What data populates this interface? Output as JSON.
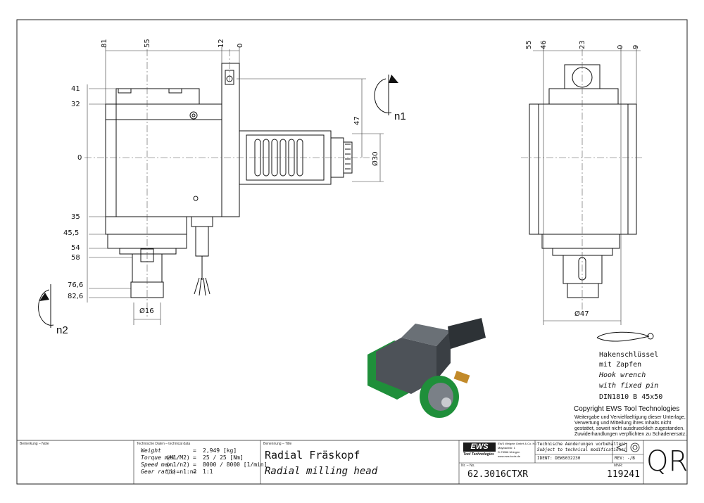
{
  "side_view": {
    "top_dims": [
      "81",
      "55",
      "12",
      "0"
    ],
    "left_dims": [
      "41",
      "32",
      "0",
      "35",
      "45,5",
      "54",
      "58",
      "76,6",
      "82,6"
    ],
    "right_dims": [
      "47",
      "Ø30"
    ],
    "bottom_dim": "Ø16",
    "rotation_labels": [
      "n1",
      "n2"
    ]
  },
  "front_view": {
    "top_dims": [
      "55",
      "46",
      "23",
      "0",
      "9"
    ],
    "bottom_dim": "Ø47"
  },
  "wrench_note": {
    "lines": [
      "Hakenschlüssel",
      "mit Zapfen",
      "Hook wrench",
      "with fixed pin",
      "DIN1810 B 45x50"
    ]
  },
  "copyright": {
    "title": "Copyright EWS Tool Technologies",
    "lines": [
      "Weitergabe und Vervielfaeltigung dieser Unterlage,",
      "Verwertung und Mitteilung ihres Inhalts nicht",
      "gestattet, soweit nicht ausdruecklich zugestanden.",
      "Zuwiderhandlungen verpflichten zu Schadenersatz."
    ]
  },
  "title_block": {
    "remark_label": "Bemerkung – Note",
    "tech_label": "Technische Daten – technical data",
    "tech_rows": [
      {
        "label": "Weight",
        "unit": "",
        "eq": "=",
        "value": "2,949 [kg]"
      },
      {
        "label": "Torque max.",
        "unit": "(M1/M2)",
        "eq": "=",
        "value": "25 / 25 [Nm]"
      },
      {
        "label": "Speed max.",
        "unit": "(n1/n2)",
        "eq": "=",
        "value": "8000 / 8000 [1/min]"
      },
      {
        "label": "Gear ratio",
        "unit": "(i)=n1:n2",
        "eq": "=",
        "value": "1:1"
      }
    ],
    "name_label": "Benennung – Title",
    "title_de": "Radial Fräskopf",
    "title_en": "Radial milling head",
    "logo": "EWS",
    "logo_sub": "Tool Technologies",
    "company_lines": [
      "EWS Weigele GmbH & Co. KG",
      "Maybachstr. 1",
      "D-73066 Uhingen",
      "www.ews-tools.de"
    ],
    "notice_de": "Technische Aenderungen vorbehalten!",
    "notice_en": "Subject to technical modifications!",
    "ident": "IDENT: DEWS032230",
    "rev": "REV: -/B",
    "nr_label": "Nr. – No.",
    "part_no": "62.3016CTXR",
    "mnr_label": "MNR:",
    "mnr": "119241",
    "code": "QR"
  }
}
